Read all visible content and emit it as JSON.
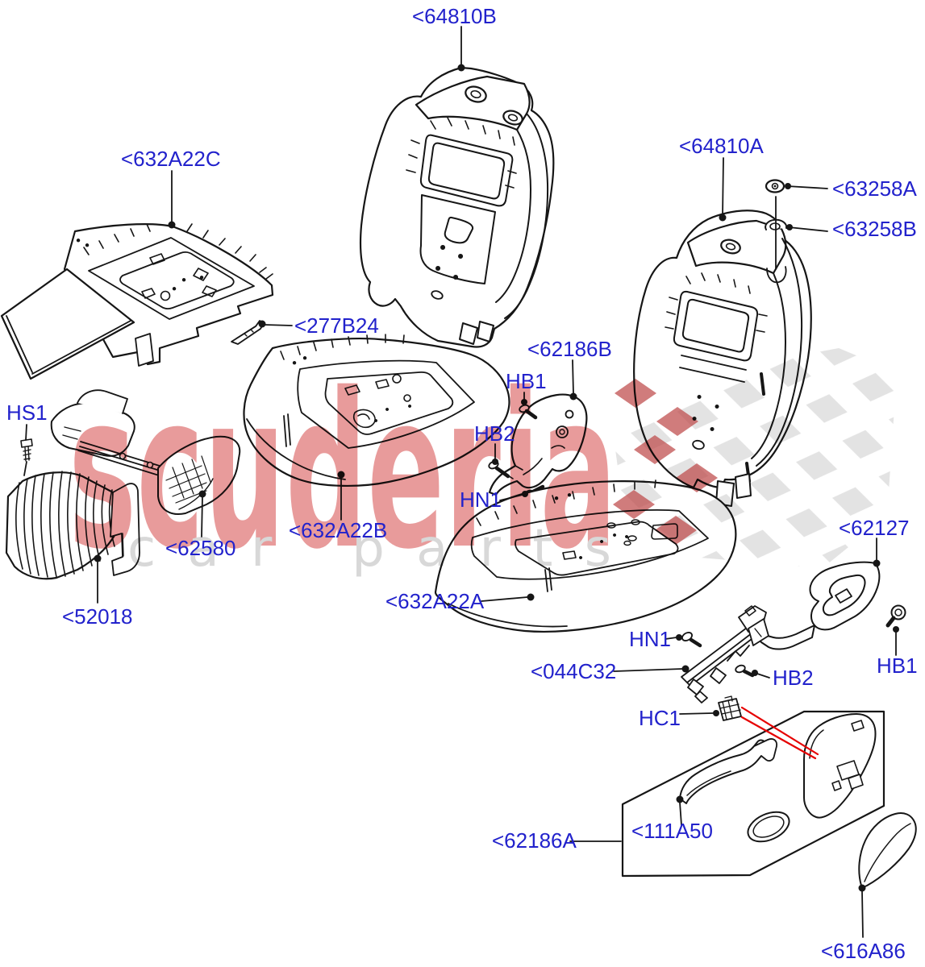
{
  "page": {
    "background": "#ffffff"
  },
  "watermark": {
    "brand": "scuderia",
    "tagline": "car parts",
    "brand_color": "#cc2222",
    "tagline_color": "#d8d8d8",
    "checker_color": "#e3e3e3",
    "checker_accent": "#c05050"
  },
  "diagram": {
    "label_color": "#2222cc",
    "line_color": "#161616",
    "callout_color": "#e60000",
    "labels": [
      {
        "id": "64810B",
        "text": "<64810B"
      },
      {
        "id": "632A22C",
        "text": "<632A22C"
      },
      {
        "id": "64810A",
        "text": "<64810A"
      },
      {
        "id": "63258A",
        "text": "<63258A"
      },
      {
        "id": "63258B",
        "text": "<63258B"
      },
      {
        "id": "277B24",
        "text": "<277B24"
      },
      {
        "id": "62186B",
        "text": "<62186B"
      },
      {
        "id": "HB1-upper",
        "text": "HB1"
      },
      {
        "id": "HB2-mid",
        "text": "HB2"
      },
      {
        "id": "HN1-mid",
        "text": "HN1"
      },
      {
        "id": "632A22B",
        "text": "<632A22B"
      },
      {
        "id": "HS1",
        "text": "HS1"
      },
      {
        "id": "62580",
        "text": "<62580"
      },
      {
        "id": "52018",
        "text": "<52018"
      },
      {
        "id": "632A22A",
        "text": "<632A22A"
      },
      {
        "id": "62127",
        "text": "<62127"
      },
      {
        "id": "HN1-low",
        "text": "HN1"
      },
      {
        "id": "044C32",
        "text": "<044C32"
      },
      {
        "id": "HB2-low",
        "text": "HB2"
      },
      {
        "id": "HB1-low",
        "text": "HB1"
      },
      {
        "id": "HC1",
        "text": "HC1"
      },
      {
        "id": "111A50",
        "text": "<111A50"
      },
      {
        "id": "62186A",
        "text": "<62186A"
      },
      {
        "id": "616A86",
        "text": "<616A86"
      }
    ]
  }
}
